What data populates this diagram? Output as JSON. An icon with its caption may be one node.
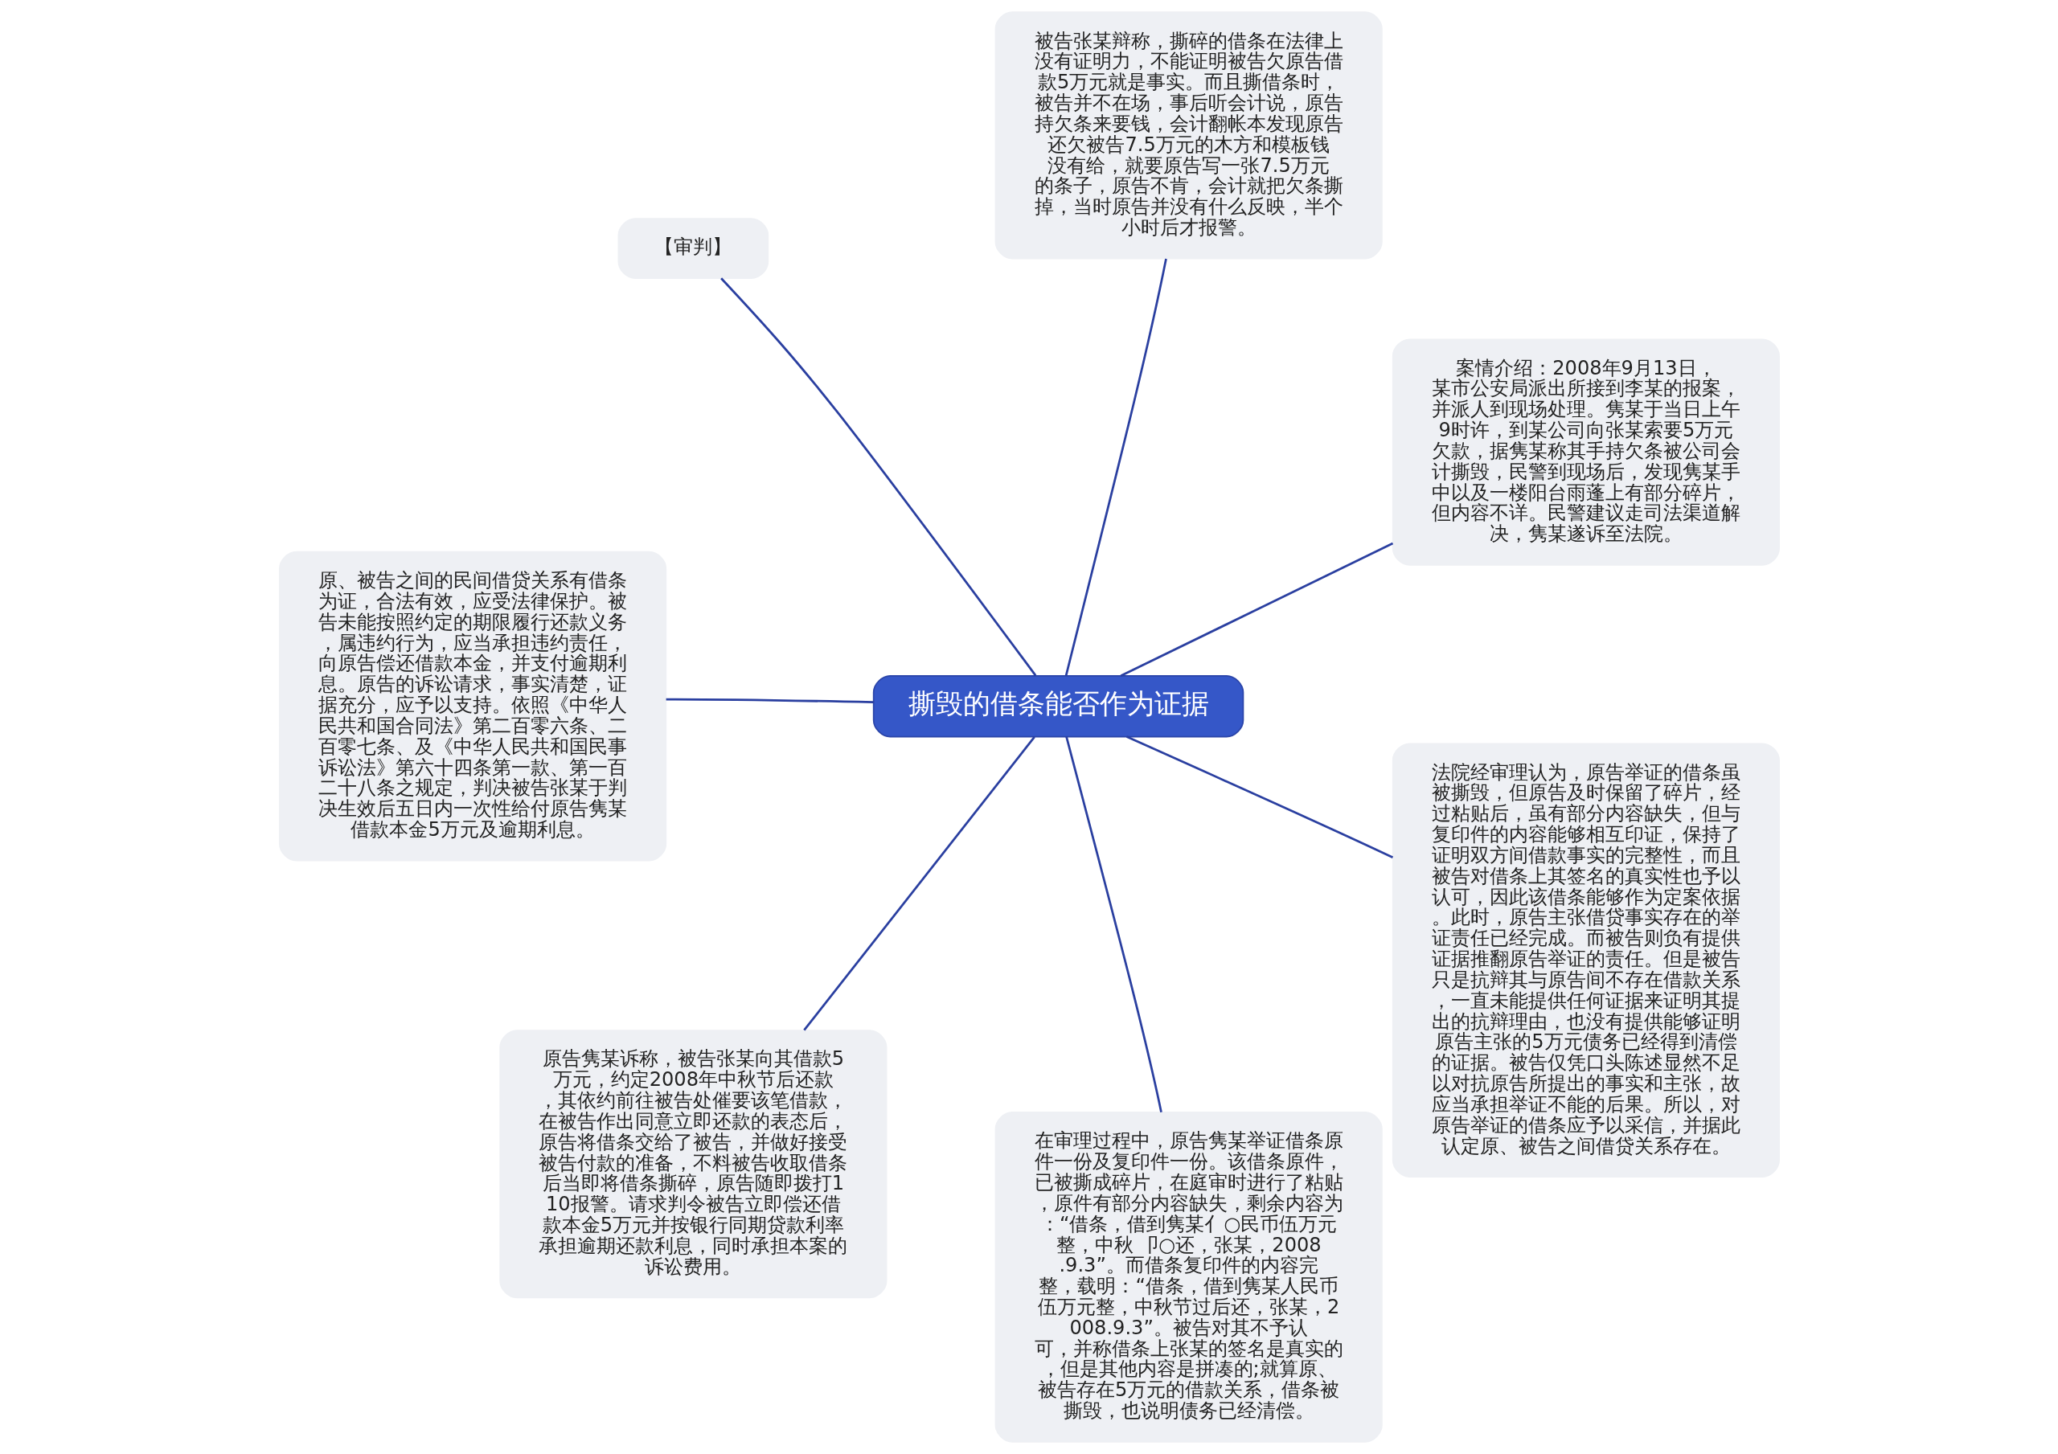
{
  "diagram": {
    "nodes": [
      {
        "text": [
          "撕毁的借条能否作为证据"
        ]
      },
      {
        "text": [
          "案情介绍：2008年9月13日，某市公安局派出所接到李某的报案，并派人到现场处理。隽某于当日上午9时许，到某公司向张某索要5万元欠款，据隽某称其手持欠条被公司会计撕毁，民警到现场后，发现隽某手中以及一楼阳台雨蓬上有部分碎片，但内容不详。民警建议走司法渠道解决，隽某遂诉至法院。"
        ]
      },
      {
        "text": [
          "被告张某辩称，撕碎的借条在法律上没有证明力，不能证明被告欠原告借款5万元就是事实。而且撕借条时，被告并不在场，事后听会计说，原告持欠条来要钱，会计翻帐本发现原告还欠被告7.5万元的木方和模板钱没有给，就要原告写一张7.5万元的条子，原告不肯，会计就把欠条撕掉，当时原告并没有什么反映，半个小时后才报警。"
        ]
      },
      {
        "text": [
          "【审判】"
        ]
      },
      {
        "text": [
          "原、被告之间的民间借贷关系有借条为证，合法有效，应受法律保护。被告未能按照约定的期限履行还款义务，属违约行为，应当承担违约责任，向原告偿还借款本金，并支付逾期利息。原告的诉讼请求，事实清楚，证据充分，应予以支持。依照《中华人民共和国合同法》第二百零六条、二百零七条、及《中华人民共和国民事诉讼法》第六十四条第一款、第一百二十八条之规定，判决被告张某于判决生效后五日内一次性给付原告隽某借款本金5万元及逾期利息。"
        ]
      },
      {
        "text": [
          "原告隽某诉称，被告张某向其借款5万元，约定2008年中秋节后还款，其依约前往被告处催要该笔借款，在被告作出同意立即还款的表态后，原告将借条交给了被告，并做好接受被告付款的准备，不料被告收取借条后当即将借条撕碎，原告随即拨打110报警。请求判令被告立即偿还借款本金5万元并按银行同期贷款利率承担逾期还款利息，同时承担本案的诉讼费用。"
        ]
      },
      {
        "text": [
          "在审理过程中，原告隽某举证借条原件一份及复印件一份。该借条原件，已被撕成碎片，在庭审时进行了粘贴，原件有部分内容缺失，剩余内容为：“借条，借到隽某亻○民币伍万元整，中秋 卩○还，张某，2008.9.3”。而借条复印件的内容完整，载明：“借条，借到隽某人民币伍万元整，中秋节过后还，张某，2008.9.3”。被告对其不予认可，并称借条上张某的签名是真实的，但是其他内容是拼凑的;就算原、被告存在5万元的借款关系，借条被撕毁，也说明债务已经清偿。"
        ]
      },
      {
        "text": [
          "法院经审理认为，原告举证的借条虽被撕毁，但原告及时保留了碎片，经过粘贴后，虽有部分内容缺失，但与复印件的内容能够相互印证，保持了证明双方间借款事实的完整性，而且被告对借条上其签名的真实性也予以认可，因此该借条能够作为定案依据。此时，原告主张借贷事实存在的举证责任已经完成。而被告则负有提供证据推翻原告举证的责任。但是被告只是抗辩其与原告间不存在借款关系，一直未能提供任何证据来证明其提出的抗辩理由，也没有提供能够证明原告主张的5万元债务已经得到清偿的证据。被告仅凭口头陈述显然不足以对抗原告所提出的事实和主张，故应当承担举证不能的后果。所以，对原告举证的借条应予以采信，并据此认定原、被告之间借贷关系存在。"
        ]
      }
    ],
    "edges": [
      {
        "from": 0,
        "to": 1,
        "arrow": "none"
      },
      {
        "from": 0,
        "to": 2,
        "arrow": "none"
      },
      {
        "from": 0,
        "to": 3,
        "arrow": "none"
      },
      {
        "from": 0,
        "to": 4,
        "arrow": "none"
      },
      {
        "from": 0,
        "to": 5,
        "arrow": "none"
      },
      {
        "from": 0,
        "to": 6,
        "arrow": "none"
      },
      {
        "from": 0,
        "to": 7,
        "arrow": "none"
      }
    ]
  }
}
